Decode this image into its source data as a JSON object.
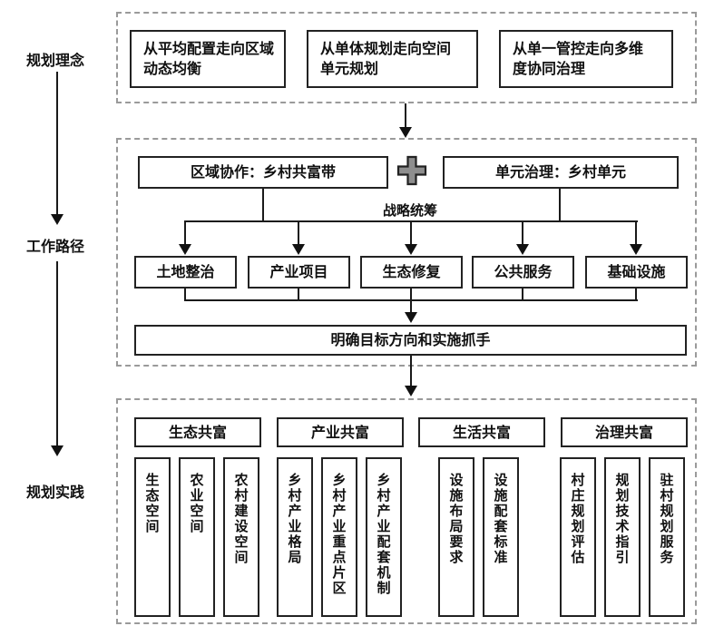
{
  "colors": {
    "line": "#1a1a1a",
    "box_border": "#222222",
    "dashed_border": "#9a9a9a",
    "plus_fill": "#8e8e8e"
  },
  "rail": {
    "concept": "规划理念",
    "path": "工作路径",
    "practice": "规划实践"
  },
  "concepts": {
    "box1": {
      "line1": "从平均配置走向区域",
      "line2": "动态均衡"
    },
    "box2": {
      "line1": "从单体规划走向空间",
      "line2": "单元规划"
    },
    "box3": {
      "line1": "从单一管控走向多维",
      "line2": "度协同治理"
    }
  },
  "workpath": {
    "region_box": "区域协作：乡村共富带",
    "unit_box": "单元治理：乡村单元",
    "plus_icon": "plus-icon",
    "strategy_label": "战略统筹",
    "tasks": [
      "土地整治",
      "产业项目",
      "生态修复",
      "公共服务",
      "基础设施"
    ],
    "goal_box": "明确目标方向和实施抓手"
  },
  "practice": {
    "groups": [
      {
        "header": "生态共富",
        "items": [
          "生态空间",
          "农业空间",
          "农村建设空间"
        ]
      },
      {
        "header": "产业共富",
        "items": [
          "乡村产业格局",
          "乡村产业重点片区",
          "乡村产业配套机制"
        ]
      },
      {
        "header": "生活共富",
        "items": [
          "设施布局要求",
          "设施配套标准"
        ]
      },
      {
        "header": "治理共富",
        "items": [
          "村庄规划评估",
          "规划技术指引",
          "驻村规划服务"
        ]
      }
    ]
  }
}
